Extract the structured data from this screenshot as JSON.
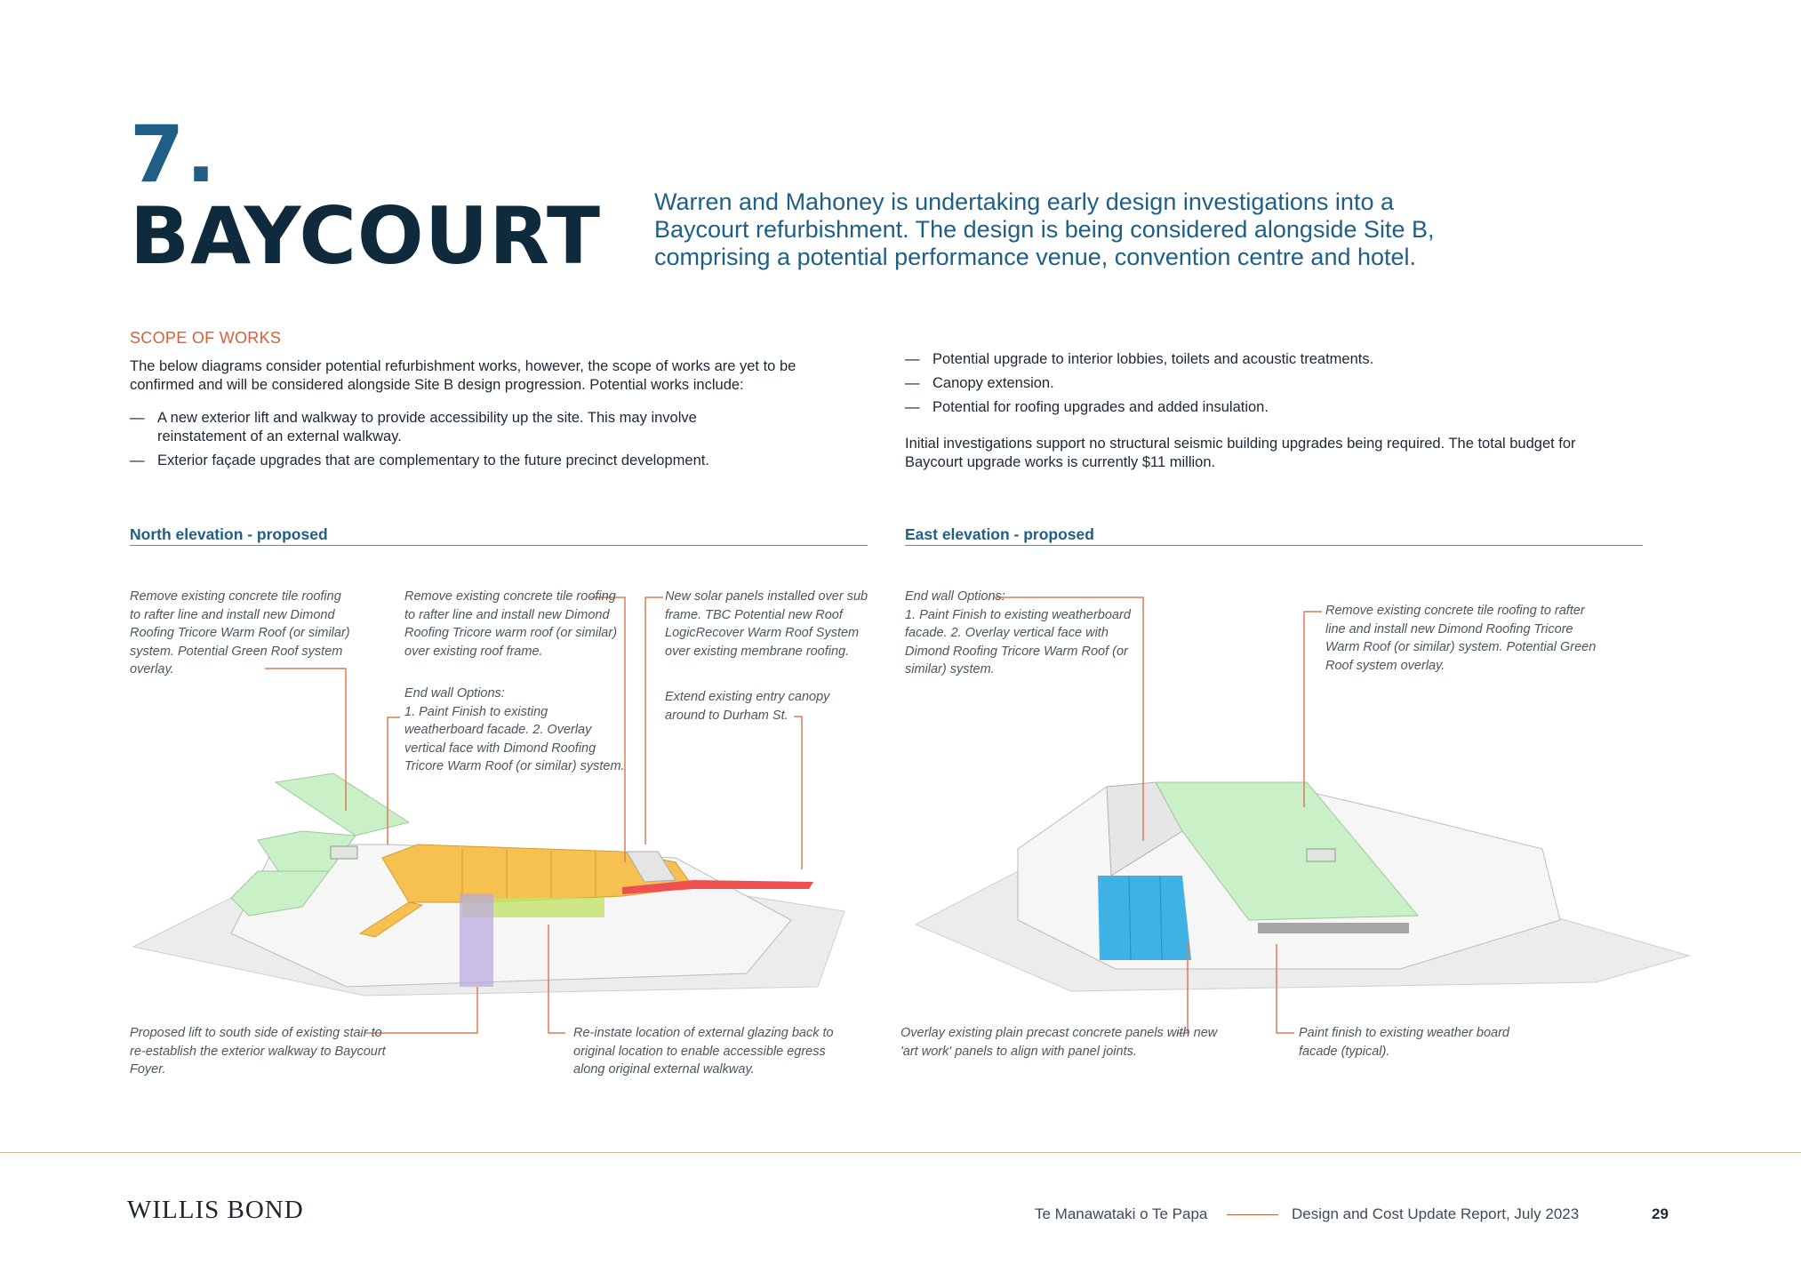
{
  "header": {
    "number": "7.",
    "title": "BAYCOURT",
    "intro": "Warren and Mahoney is undertaking early design investigations into a Baycourt refurbishment. The design is being considered alongside Site B, comprising a potential performance venue, convention centre and hotel."
  },
  "scope": {
    "heading": "SCOPE OF WORKS",
    "paragraph": "The below diagrams consider potential refurbishment works, however, the scope of works are yet to be confirmed and will be considered alongside Site B design progression. Potential works include:",
    "bullets_left": [
      "A new exterior lift and walkway to provide accessibility up the site. This may involve reinstatement of an external walkway.",
      "Exterior façade upgrades that are complementary to the future precinct development."
    ],
    "bullets_right": [
      "Potential upgrade to interior lobbies, toilets and acoustic treatments.",
      "Canopy extension.",
      "Potential for roofing upgrades and added insulation."
    ],
    "closing": "Initial investigations support no structural seismic building upgrades being required. The total budget for Baycourt upgrade works is currently $11 million."
  },
  "north": {
    "heading": "North elevation - proposed",
    "notes": {
      "roof_green": "Remove existing concrete tile roofing to rafter line and install new Dimond Roofing Tricore Warm Roof (or similar) system. Potential Green Roof system overlay.",
      "roof_orange": "Remove existing concrete tile roofing to rafter line and install new Dimond Roofing Tricore warm roof (or similar) over existing roof frame.",
      "end_wall": "End wall Options:\n1. Paint Finish to existing weatherboard facade. 2. Overlay vertical face with Dimond Roofing Tricore Warm Roof (or similar) system.",
      "solar": "New solar panels installed over sub frame. TBC Potential new Roof LogicRecover Warm Roof System over existing membrane roofing.",
      "canopy": "Extend existing entry canopy around to Durham St.",
      "lift": "Proposed lift to south side of existing stair to re-establish the exterior walkway to Baycourt Foyer.",
      "glazing": "Re-instate location of external glazing back to original location to enable accessible egress along original external walkway."
    }
  },
  "east": {
    "heading": "East elevation - proposed",
    "notes": {
      "end_wall": "End wall Options:\n1. Paint Finish to existing weatherboard facade. 2. Overlay vertical face with Dimond Roofing Tricore Warm Roof (or similar) system.",
      "roof": "Remove existing concrete tile roofing to rafter line and install new Dimond Roofing Tricore Warm Roof (or similar) system. Potential Green Roof system overlay.",
      "panels": "Overlay existing plain precast concrete panels with new 'art work' panels to align with panel joints.",
      "paint": "Paint finish to existing weather board facade (typical)."
    }
  },
  "footer": {
    "logo": "WILLIS BOND",
    "project": "Te Manawataki o Te Papa",
    "report": "Design and Cost Update Report,  July 2023",
    "page": "29"
  },
  "colors": {
    "accent_blue": "#1f5f86",
    "title_navy": "#0f2a3c",
    "scope_orange": "#d4603a",
    "leader_line": "#e07a55",
    "green_roof": "#c9f0c6",
    "orange_roof": "#f6c150",
    "solar_red": "#ee4f4f",
    "art_panel_blue": "#3fb2e6",
    "lift_purple": "#b9a6e0"
  }
}
